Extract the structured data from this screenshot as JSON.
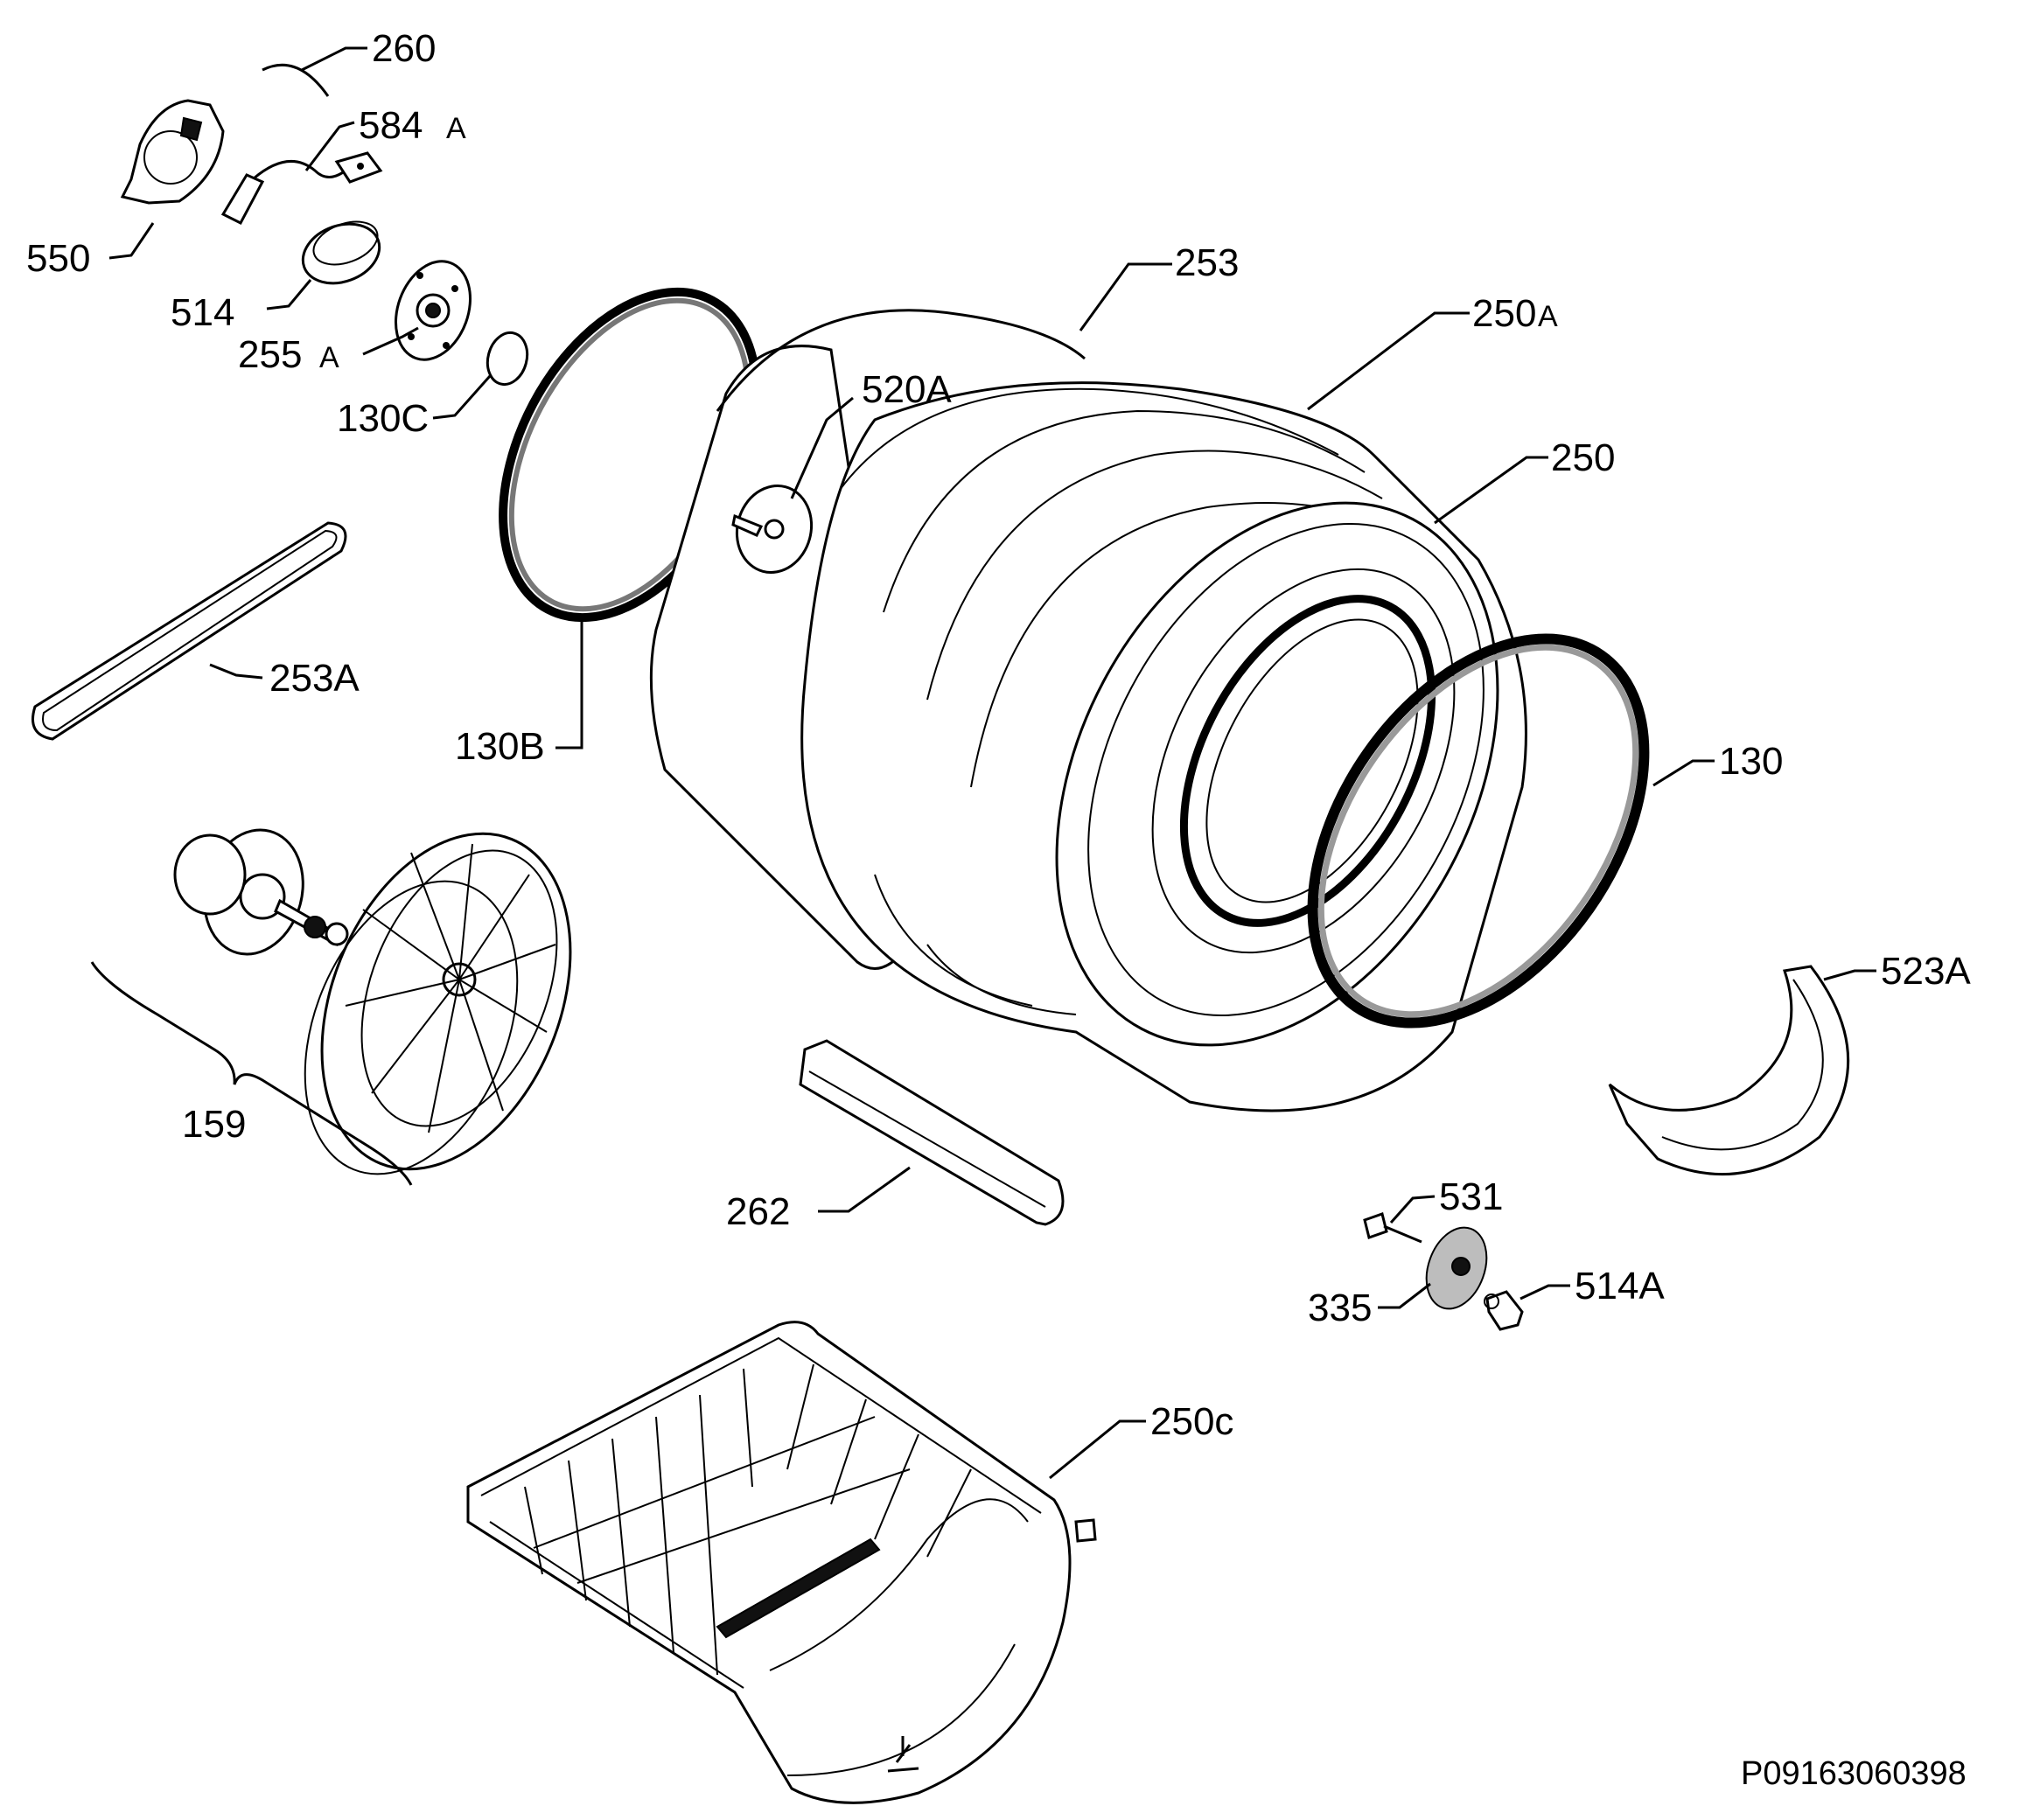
{
  "diagram": {
    "reference_code": "P09163060398",
    "labels": {
      "p260": "260",
      "p584": "584",
      "p584_suffix": "A",
      "p550": "550",
      "p514": "514",
      "p255": "255",
      "p255_suffix": "A",
      "p130C": "130C",
      "p253": "253",
      "p250A": "250",
      "p250A_suffix": "A",
      "p520A": "520A",
      "p250": "250",
      "p253A": "253A",
      "p130B": "130B",
      "p130": "130",
      "p523A": "523A",
      "p159": "159",
      "p262": "262",
      "p531": "531",
      "p335": "335",
      "p514A": "514A",
      "p250c": "250c"
    }
  }
}
